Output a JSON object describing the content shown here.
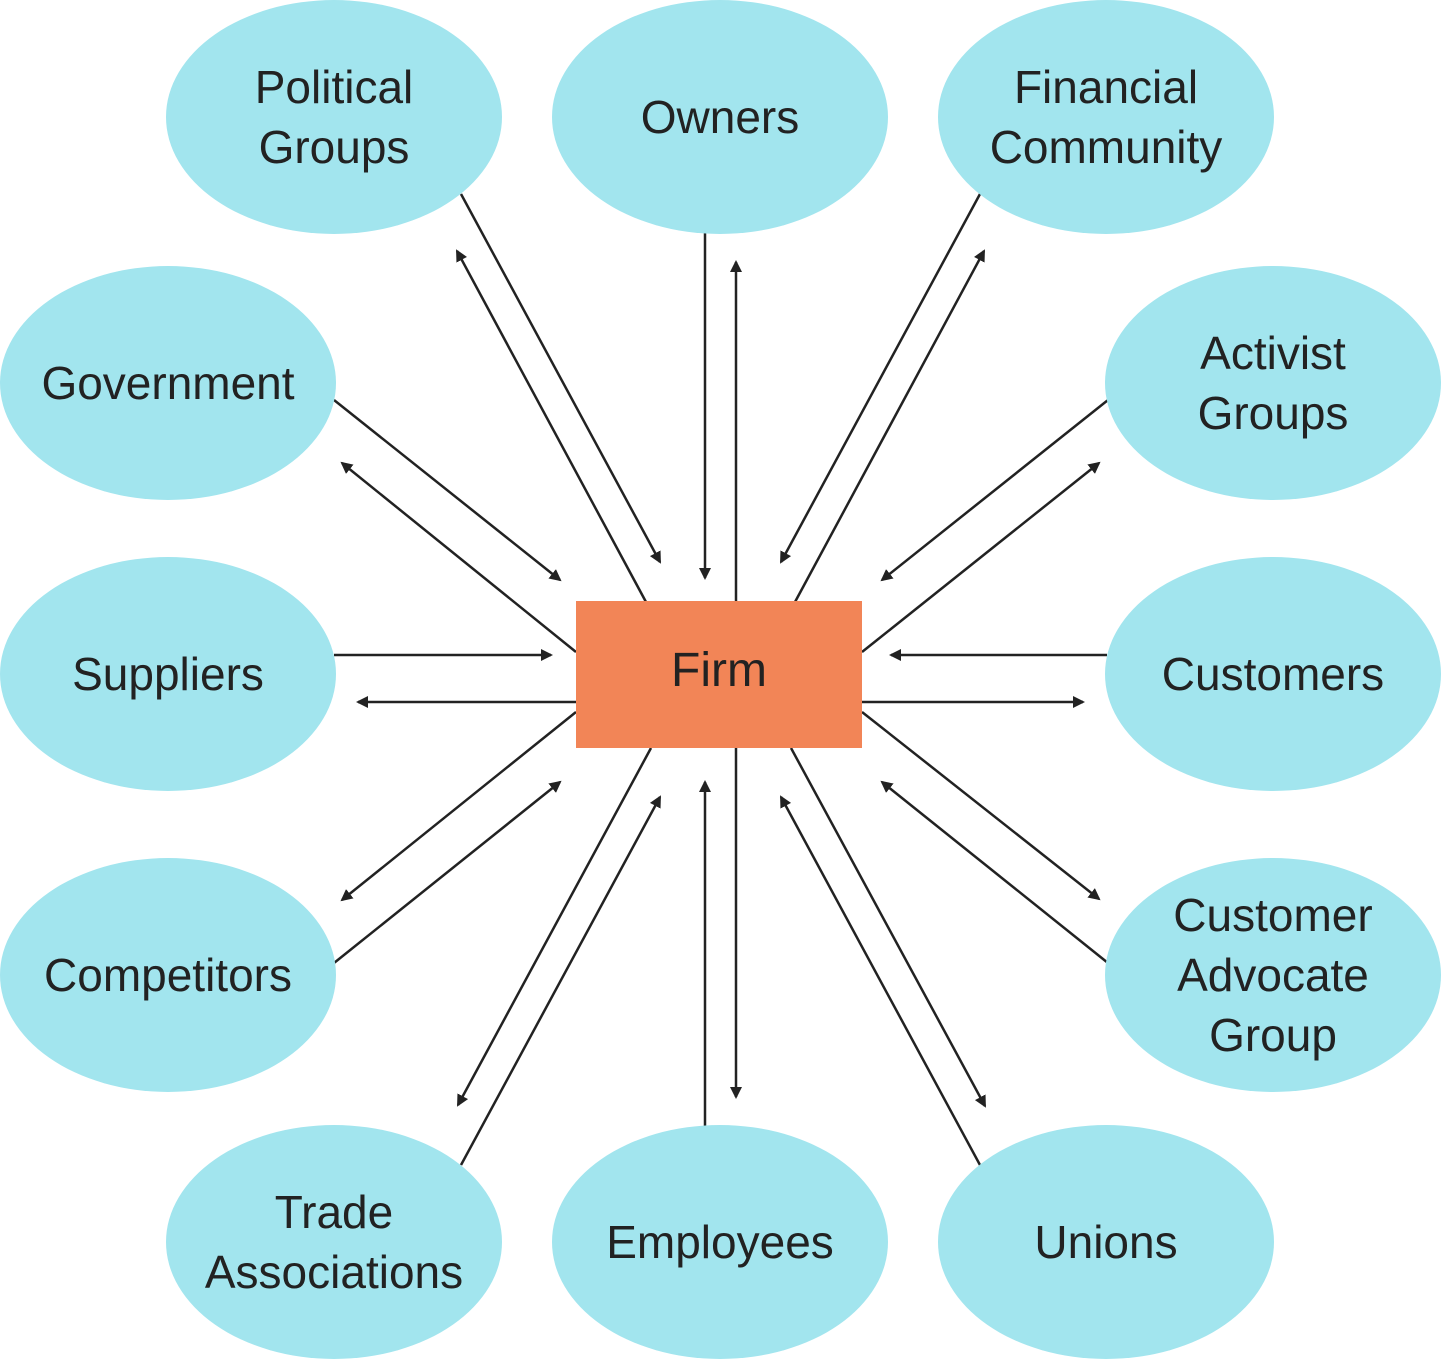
{
  "center": {
    "label": "Firm"
  },
  "stakeholders": [
    {
      "id": "political-groups",
      "lines": [
        "Political",
        "Groups"
      ]
    },
    {
      "id": "owners",
      "lines": [
        "Owners"
      ]
    },
    {
      "id": "financial-community",
      "lines": [
        "Financial",
        "Community"
      ]
    },
    {
      "id": "activist-groups",
      "lines": [
        "Activist",
        "Groups"
      ]
    },
    {
      "id": "customers",
      "lines": [
        "Customers"
      ]
    },
    {
      "id": "customer-advocate-group",
      "lines": [
        "Customer",
        "Advocate",
        "Group"
      ]
    },
    {
      "id": "unions",
      "lines": [
        "Unions"
      ]
    },
    {
      "id": "employees",
      "lines": [
        "Employees"
      ]
    },
    {
      "id": "trade-associations",
      "lines": [
        "Trade",
        "Associations"
      ]
    },
    {
      "id": "competitors",
      "lines": [
        "Competitors"
      ]
    },
    {
      "id": "suppliers",
      "lines": [
        "Suppliers"
      ]
    },
    {
      "id": "government",
      "lines": [
        "Government"
      ]
    }
  ],
  "colors": {
    "node_fill": "#a2e5ee",
    "center_fill": "#f28557",
    "text": "#222222",
    "arrow": "#222222"
  }
}
